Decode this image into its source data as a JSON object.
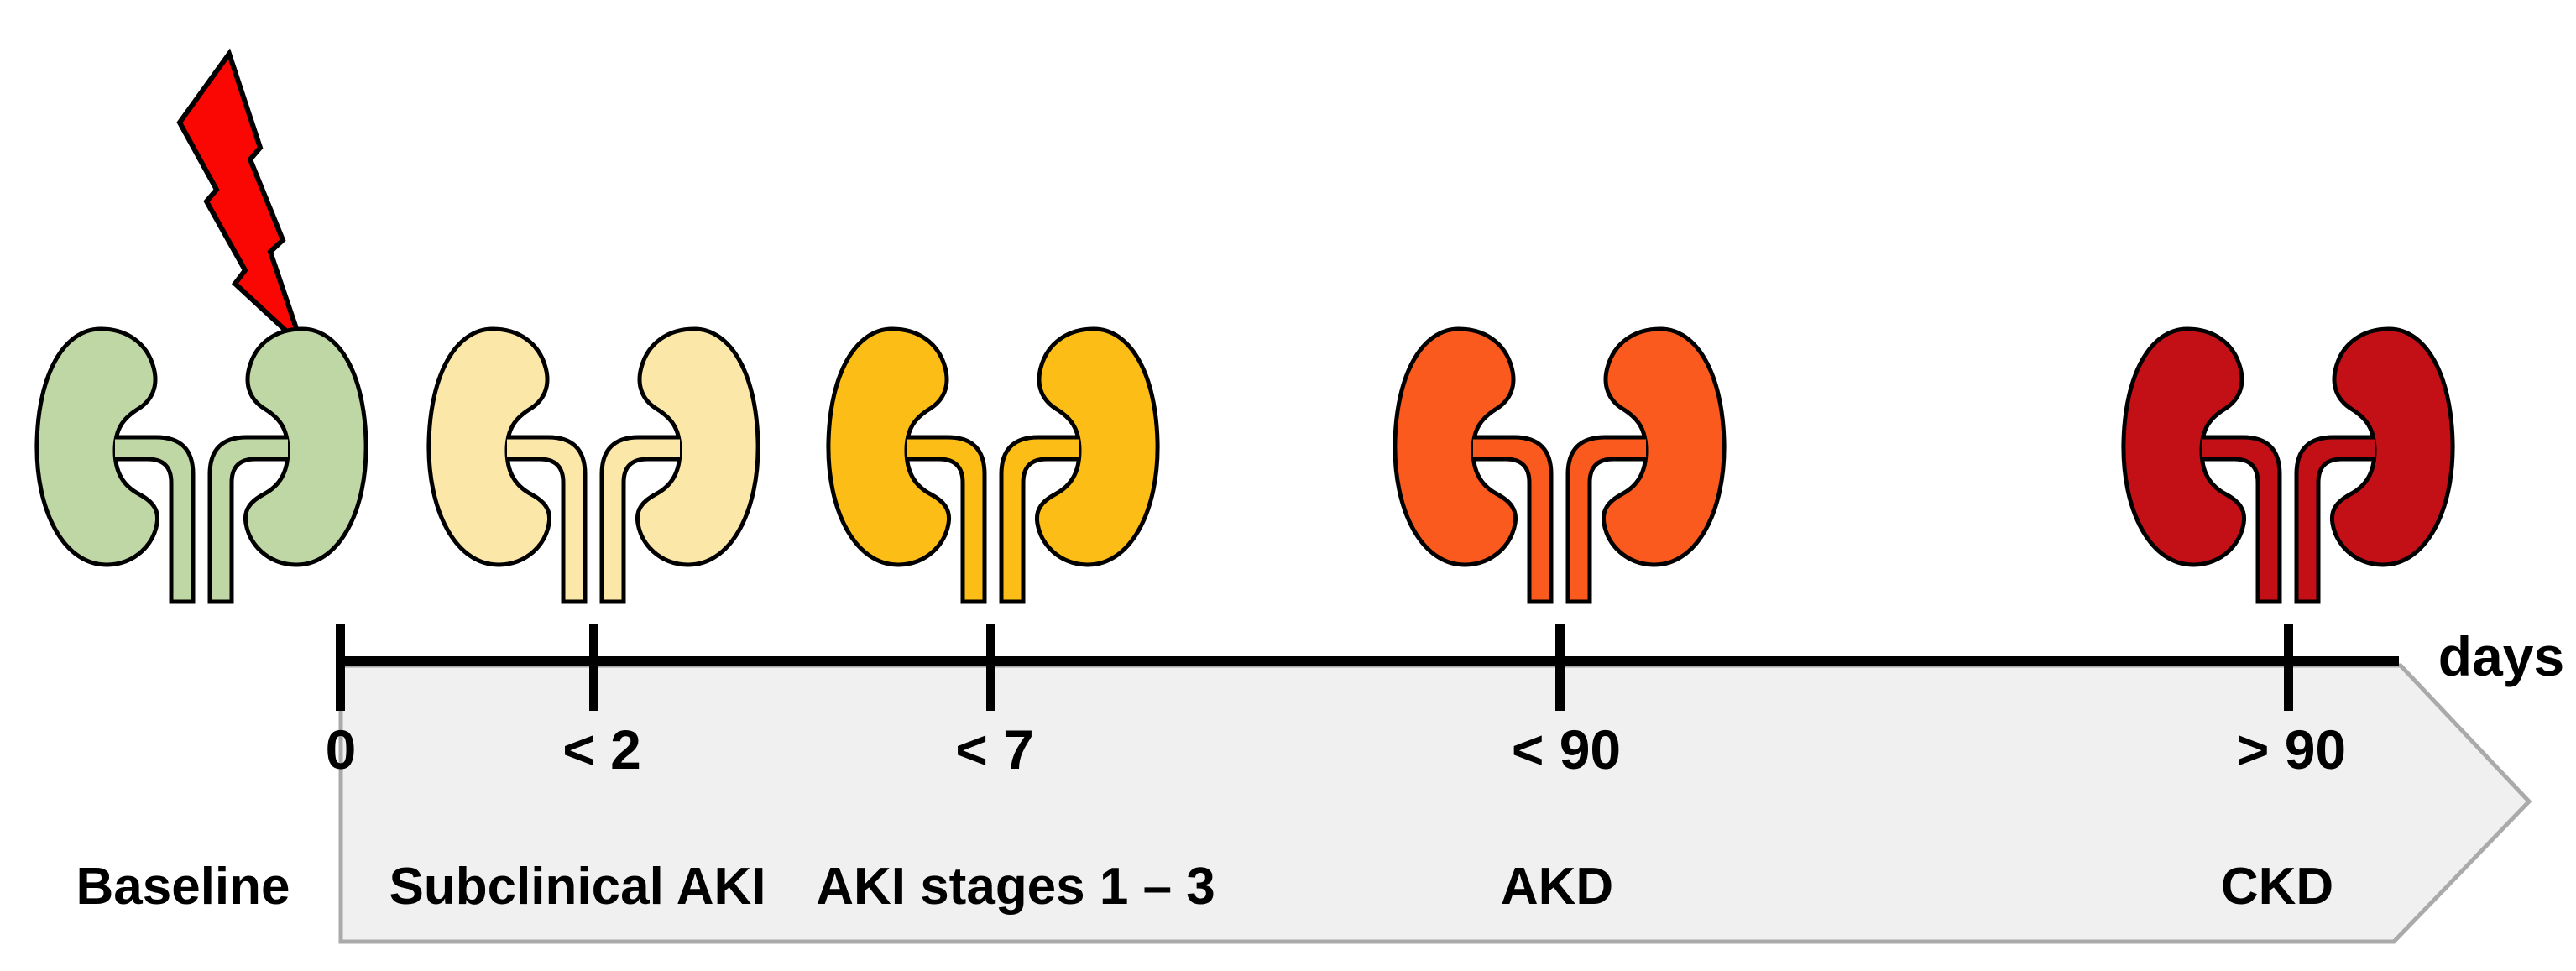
{
  "figure": {
    "timeline": {
      "unit_label": "days",
      "ticks": [
        {
          "value": "0"
        },
        {
          "value": "< 2"
        },
        {
          "value": "< 7"
        },
        {
          "value": "< 90"
        },
        {
          "value": "> 90"
        }
      ]
    },
    "stages": [
      {
        "label": "Baseline",
        "color": "#bfd7a5"
      },
      {
        "label": "Subclinical AKI",
        "color": "#fbe7a7"
      },
      {
        "label": "AKI stages 1 – 3",
        "color": "#fbbd16"
      },
      {
        "label": "AKD",
        "color": "#fa5a1d"
      },
      {
        "label": "CKD",
        "color": "#c31016"
      }
    ],
    "colors": {
      "bolt_fill": "#fa0603",
      "outline": "#000000",
      "arrow_fill": "#f0f0f0",
      "arrow_stroke": "#aaaaaa",
      "axis": "#000000"
    }
  }
}
